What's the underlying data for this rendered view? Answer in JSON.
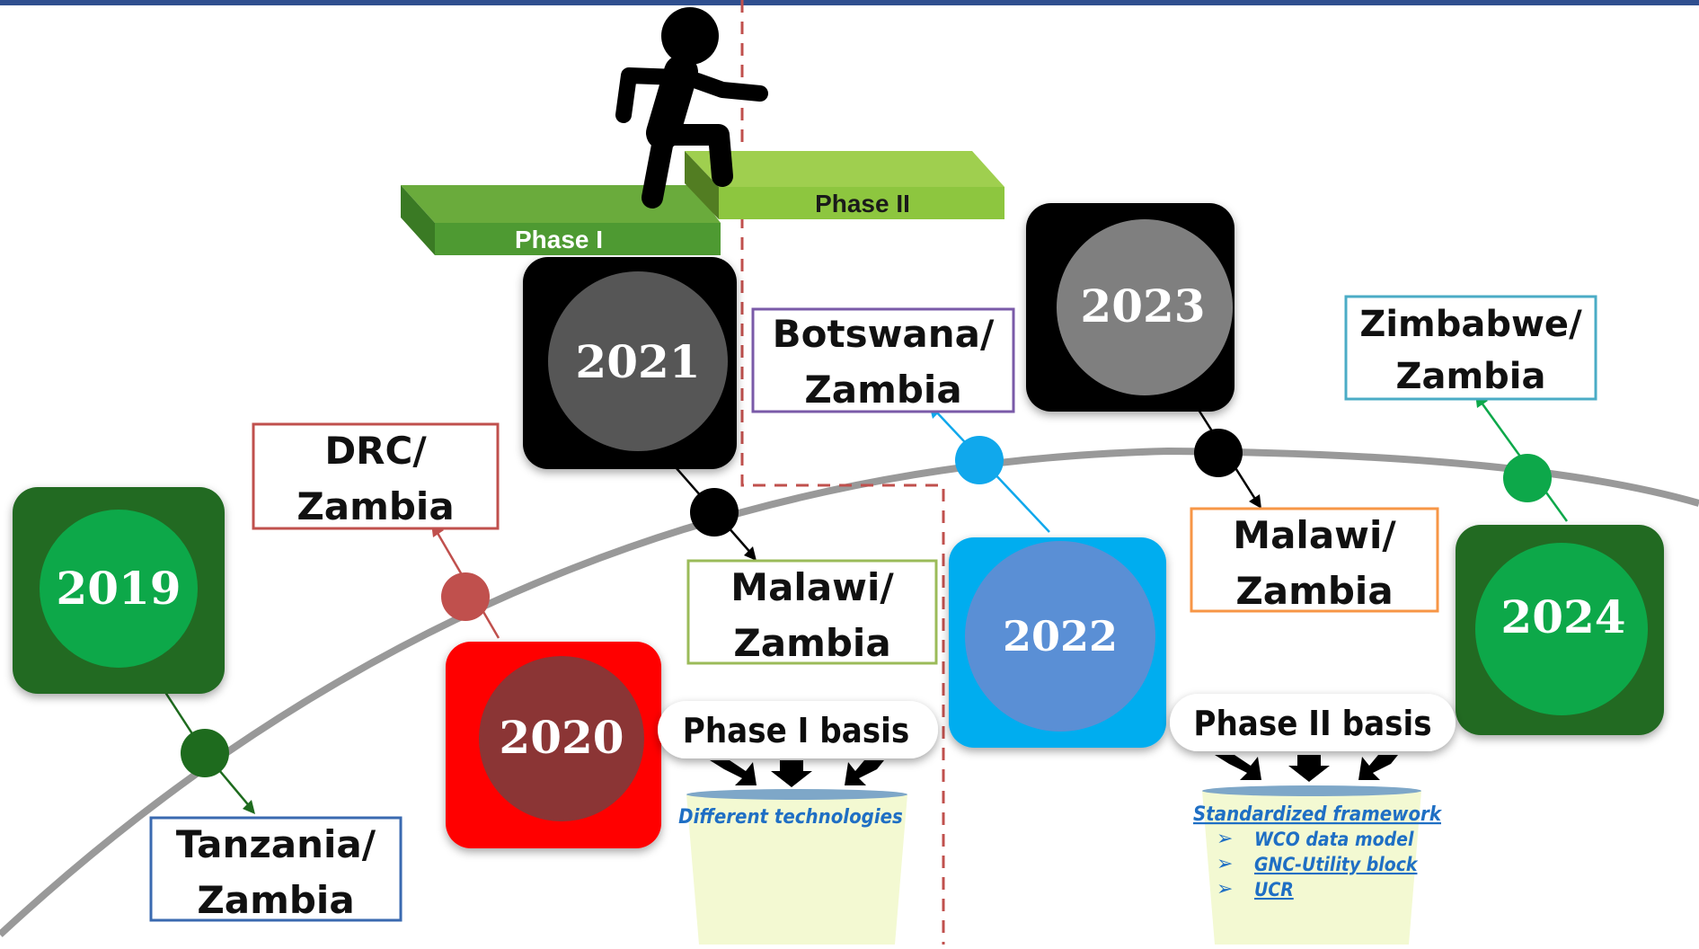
{
  "phases": [
    {
      "label": "Phase I",
      "color": "#4e9a32"
    },
    {
      "label": "Phase II",
      "color": "#8dc63f"
    }
  ],
  "years": [
    {
      "label": "2019",
      "outer": "#236b23",
      "inner": "#0da84a"
    },
    {
      "label": "2020",
      "outer": "#ff0000",
      "inner": "#8b3434"
    },
    {
      "label": "2021",
      "outer": "#000000",
      "inner": "#565656"
    },
    {
      "label": "2022",
      "outer": "#00adef",
      "inner": "#5a8fd5"
    },
    {
      "label": "2023",
      "outer": "#000000",
      "inner": "#7f7f7f"
    },
    {
      "label": "2024",
      "outer": "#236b23",
      "inner": "#0da84a"
    }
  ],
  "corridors": [
    {
      "line1": "Tanzania/",
      "line2": "Zambia",
      "border": "#3a6ab0",
      "node": "#1e6b1e"
    },
    {
      "line1": "DRC/",
      "line2": "Zambia",
      "border": "#c0504d",
      "node": "#c0504d"
    },
    {
      "line1": "Malawi/",
      "line2": "Zambia",
      "border": "#9bbb59",
      "node": "#000000"
    },
    {
      "line1": "Botswana/",
      "line2": "Zambia",
      "border": "#7a5aa8",
      "node": "#10a8ec"
    },
    {
      "line1": "Malawi/",
      "line2": "Zambia",
      "border": "#f79646",
      "node": "#000000"
    },
    {
      "line1": "Zimbabwe/",
      "line2": "Zambia",
      "border": "#4bacc6",
      "node": "#0da84a"
    }
  ],
  "bases": [
    {
      "label": "Phase I basis",
      "items": [
        "Different technologies"
      ]
    },
    {
      "label": "Phase II basis",
      "heading": "Standardized framework",
      "items": [
        "WCO data model",
        "GNC-Utility block",
        "UCR"
      ]
    }
  ],
  "colors": {
    "top_border": "#2f4f8f",
    "curve": "#999999",
    "divider": "#c0504d",
    "bucket": "#f3f9d2",
    "link": "#1f6fc4"
  },
  "icons": [
    "walking-person-icon",
    "arrow-bullet-icon",
    "down-arrow-icon"
  ]
}
